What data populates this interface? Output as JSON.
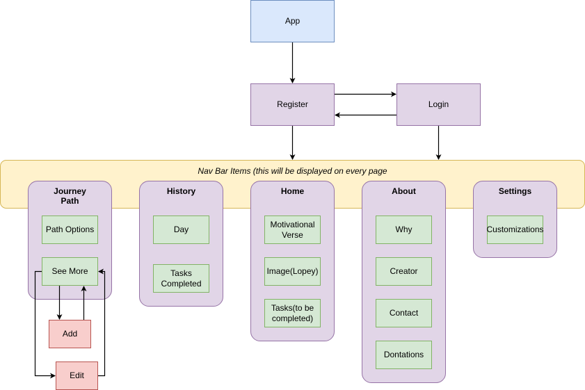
{
  "nodes": {
    "app": "App",
    "register": "Register",
    "login": "Login"
  },
  "navbar": {
    "label": "Nav Bar Items (this will be displayed on every page"
  },
  "groups": {
    "journey": {
      "title": "Journey\nPath",
      "items": [
        "Path Options",
        "See More"
      ]
    },
    "history": {
      "title": "History",
      "items": [
        "Day",
        "Tasks Completed"
      ]
    },
    "home": {
      "title": "Home",
      "items": [
        "Motivational Verse",
        "Image(Lopey)",
        "Tasks(to be completed)"
      ]
    },
    "about": {
      "title": "About",
      "items": [
        "Why",
        "Creator",
        "Contact",
        "Dontations"
      ]
    },
    "settings": {
      "title": "Settings",
      "items": [
        "Customizations"
      ]
    }
  },
  "subpages": {
    "add": "Add",
    "edit": "Edit"
  },
  "colors": {
    "blue_fill": "#dae8fc",
    "purple_fill": "#e1d5e7",
    "green_fill": "#d5e8d4",
    "red_fill": "#f8cecc",
    "yellow_fill": "#fff2cc"
  }
}
